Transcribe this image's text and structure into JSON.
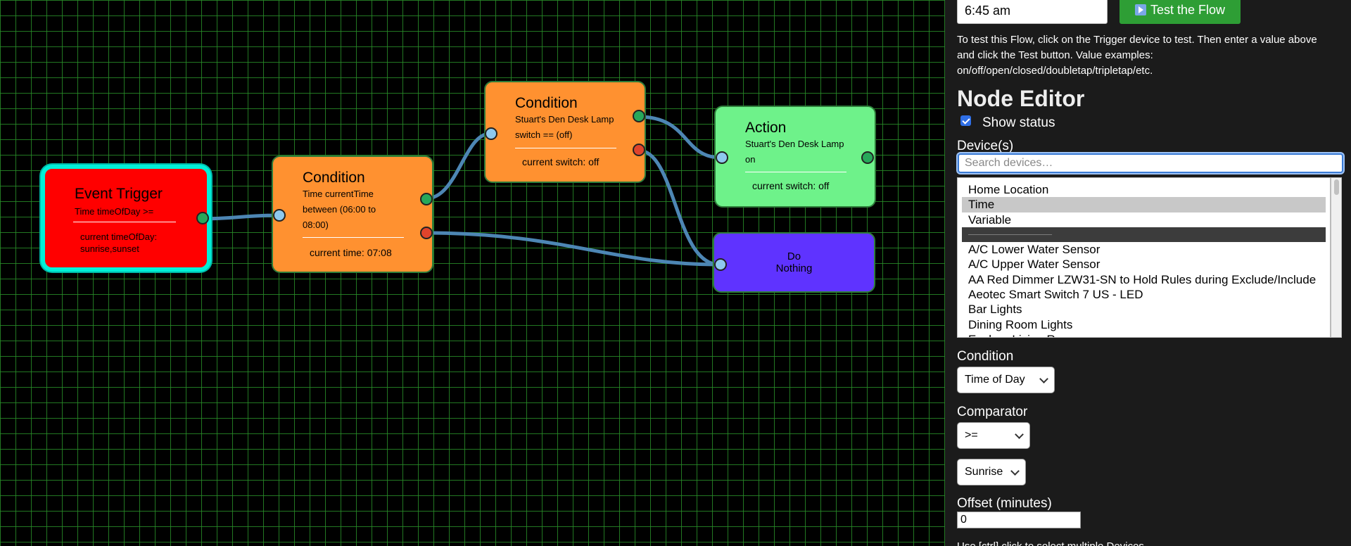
{
  "colors": {
    "trigger": "#ff0000",
    "trigger_glow": "#00f0d8",
    "condition": "#ff9130",
    "action": "#6ef28a",
    "do_nothing": "#5f33ff",
    "wire": "#4d86b4",
    "grid": "#1e7a2a",
    "test_button": "#2e9e35"
  },
  "nodes": {
    "trigger": {
      "title": "Event Trigger",
      "desc": "Time timeOfDay >=",
      "state": "current timeOfDay: sunrise,sunset"
    },
    "condition1": {
      "title": "Condition",
      "desc1": "Time currentTime",
      "desc2": "between (06:00 to",
      "desc3": "08:00)",
      "state": "current time: 07:08"
    },
    "condition2": {
      "title": "Condition",
      "desc1": "Stuart's Den Desk Lamp",
      "desc2": "switch == (off)",
      "state": "current switch: off"
    },
    "action": {
      "title": "Action",
      "desc1": "Stuart's Den Desk Lamp",
      "desc2": "on",
      "state": "current switch: off"
    },
    "do_nothing": {
      "line1": "Do",
      "line2": "Nothing"
    }
  },
  "panel": {
    "test_value": "6:45 am",
    "test_button_label": "Test the Flow",
    "test_icon": "play-icon",
    "help_text": "To test this Flow, click on the Trigger device to test. Then enter a value above and click the Test button. Value examples: on/off/open/closed/doubletap/tripletap/etc.",
    "heading": "Node Editor",
    "show_status_label": "Show status",
    "show_status_checked": true,
    "devices_label": "Device(s)",
    "search_placeholder": "Search devices…",
    "devices": [
      "Home Location",
      "Time",
      "Variable",
      "──────────────",
      "A/C Lower Water Sensor",
      "A/C Upper Water Sensor",
      "AA Red Dimmer LZW31-SN to Hold Rules during Exclude/Include",
      "Aeotec Smart Switch 7 US - LED",
      "Bar Lights",
      "Dining Room Lights",
      "Ecobee Living Room sensor"
    ],
    "selected_device": "Time",
    "condition_label": "Condition",
    "condition_value": "Time of Day",
    "comparator_label": "Comparator",
    "comparator_value": ">=",
    "value_select": "Sunrise",
    "offset_label": "Offset (minutes)",
    "offset_value": "0",
    "hint_text": "Use [ctrl] click to select multiple Devices"
  }
}
